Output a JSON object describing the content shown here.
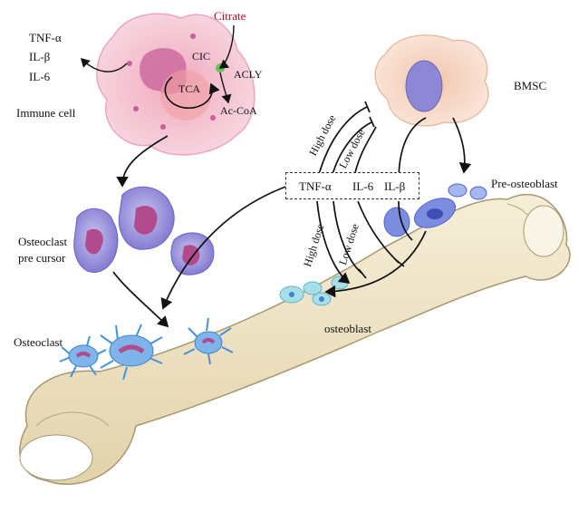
{
  "immune_cell": {
    "label": "Immune cell",
    "citrate": "Citrate",
    "cic": "CIC",
    "acly": "ACLY",
    "tca": "TCA",
    "accoa": "Ac-CoA",
    "secreted": [
      "TNF-α",
      "IL-β",
      "IL-6"
    ]
  },
  "cells": {
    "osteoclast_precursor": "Osteoclast\npre cursor",
    "osteoclast": "Osteoclast",
    "bmsc": "BMSC",
    "pre_osteoblast": "Pre-osteoblast",
    "osteoblast": "osteoblast"
  },
  "cytokines": [
    "TNF-α",
    "IL-6",
    "IL-β"
  ],
  "dose_labels": {
    "upper_high": "High dose",
    "upper_low": "Low dose",
    "lower_high": "High dose",
    "lower_low": "Low dose"
  },
  "colors": {
    "citrate_text": "#d0021b",
    "immune_cell_fill": "#f4c6d2",
    "bmsc_fill": "#f7d9c9",
    "precursor_fill": "#9b95d8",
    "osteoclast_fill": "#7fb4ea",
    "osteoblast_fill": "#a9dde8",
    "bone_fill": "#efe3c4"
  }
}
